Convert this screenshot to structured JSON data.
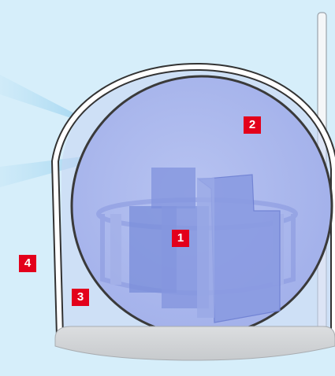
{
  "colors": {
    "background": "#d6eefa",
    "marker": "#e3001b",
    "dome_outline": "#333333",
    "sphere_fill": "#a9b7ec",
    "blocks": "#7f92dc",
    "base": "#d0d3d6"
  },
  "markers": [
    {
      "label": "1"
    },
    {
      "label": "2"
    },
    {
      "label": "3"
    },
    {
      "label": "4"
    }
  ]
}
